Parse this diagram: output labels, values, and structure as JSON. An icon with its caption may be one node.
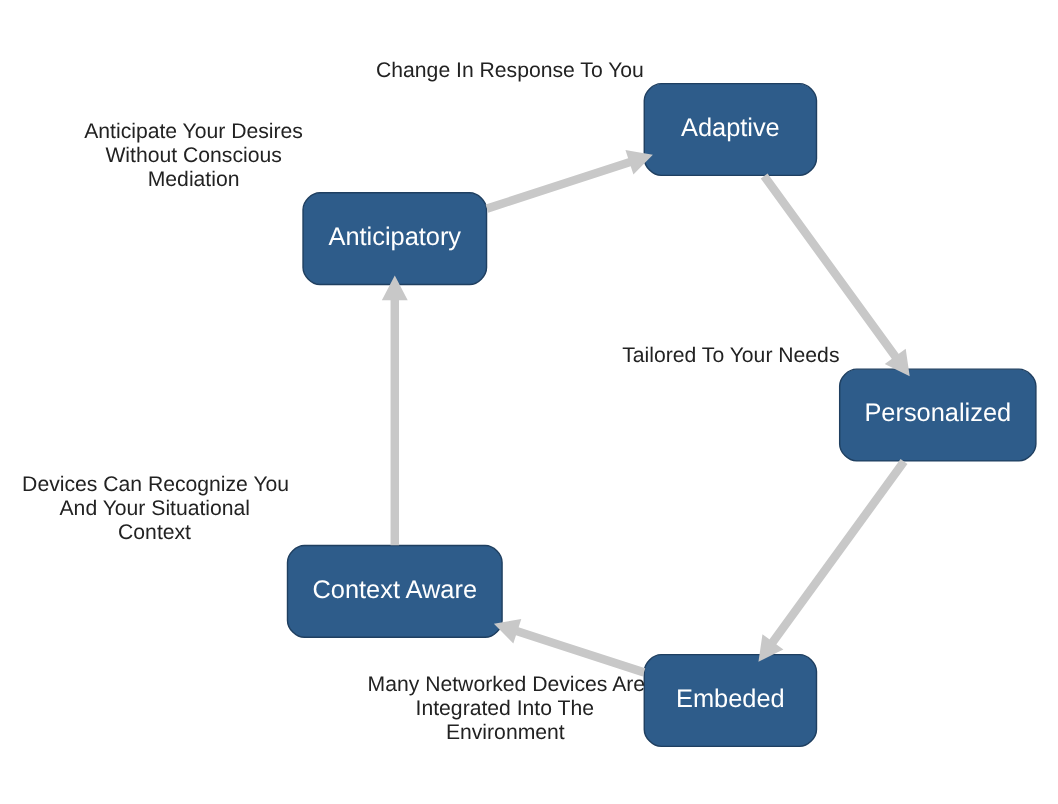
{
  "diagram": {
    "nodes": [
      {
        "text": [
          "Embeded"
        ],
        "beside": [
          "Many Networked Devices Are Integrated Into The Environment"
        ]
      },
      {
        "text": [
          "Context Aware"
        ],
        "beside": [
          "Devices Can Recognize You And Your Situational Context"
        ]
      },
      {
        "text": [
          "Anticipatory"
        ],
        "beside": [
          "Anticipate Your Desires Without Conscious Mediation"
        ]
      },
      {
        "text": [
          "Adaptive"
        ],
        "beside": [
          "Change In Response To You"
        ]
      },
      {
        "text": [
          "Personalized"
        ],
        "beside": [
          "Tailored To Your Needs"
        ]
      }
    ],
    "edges": [
      {
        "from": 0,
        "to": 1,
        "arrow": "to"
      },
      {
        "from": 1,
        "to": 2,
        "arrow": "to"
      },
      {
        "from": 2,
        "to": 3,
        "arrow": "to"
      },
      {
        "from": 3,
        "to": 4,
        "arrow": "to"
      },
      {
        "from": 4,
        "to": 0,
        "arrow": "to"
      }
    ]
  }
}
